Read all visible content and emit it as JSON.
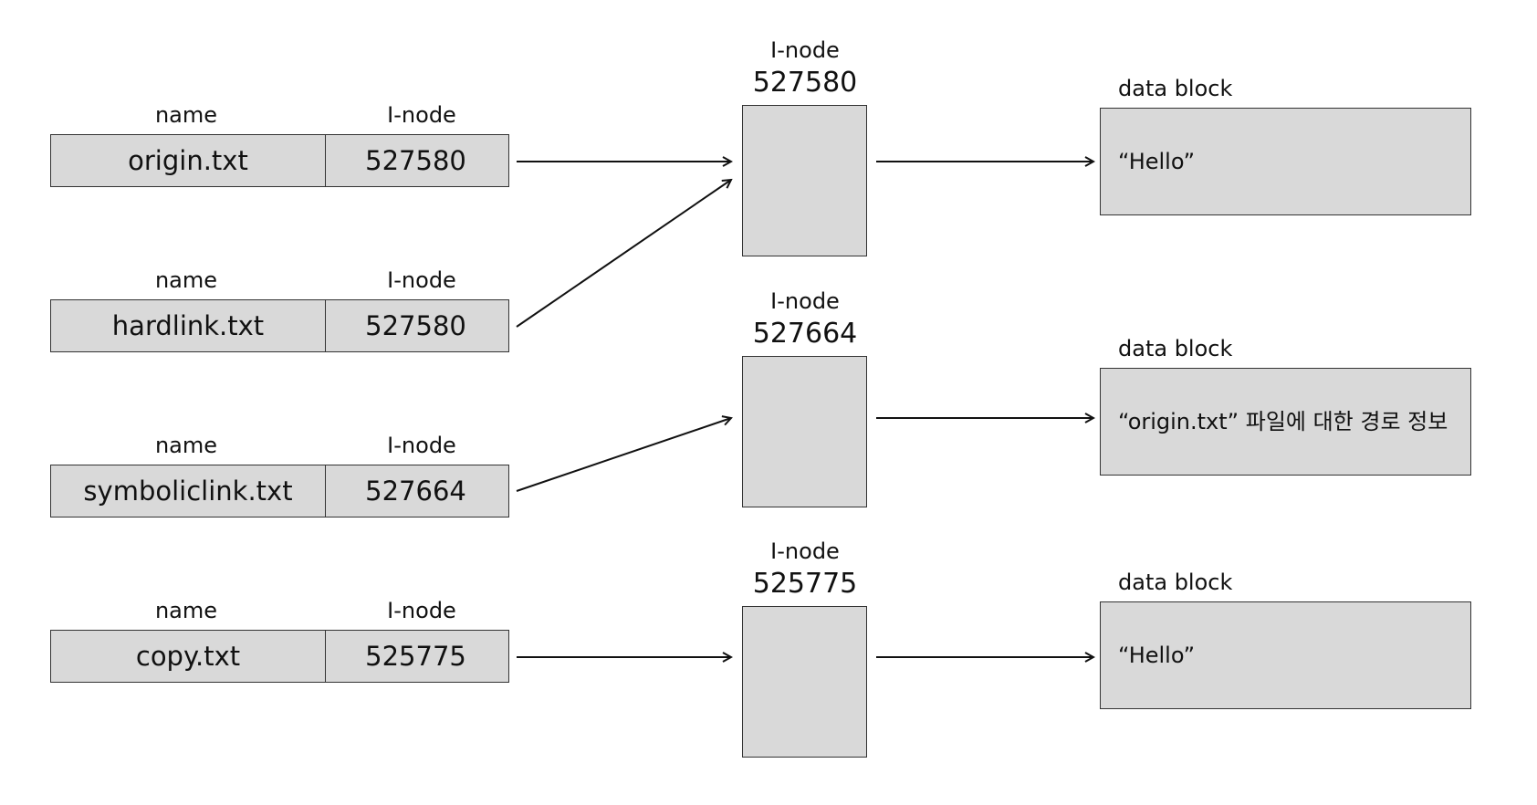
{
  "column_headers": {
    "name": "name",
    "inode": "I-node"
  },
  "entries": [
    {
      "name": "origin.txt",
      "inode": "527580"
    },
    {
      "name": "hardlink.txt",
      "inode": "527580"
    },
    {
      "name": "symboliclink.txt",
      "inode": "527664"
    },
    {
      "name": "copy.txt",
      "inode": "525775"
    }
  ],
  "inodes": [
    {
      "label": "I-node",
      "number": "527580"
    },
    {
      "label": "I-node",
      "number": "527664"
    },
    {
      "label": "I-node",
      "number": "525775"
    }
  ],
  "data_blocks": [
    {
      "label": "data block",
      "content": "“Hello”"
    },
    {
      "label": "data block",
      "content": "“origin.txt” 파일에 대한 경로 정보"
    },
    {
      "label": "data block",
      "content": "“Hello”"
    }
  ]
}
